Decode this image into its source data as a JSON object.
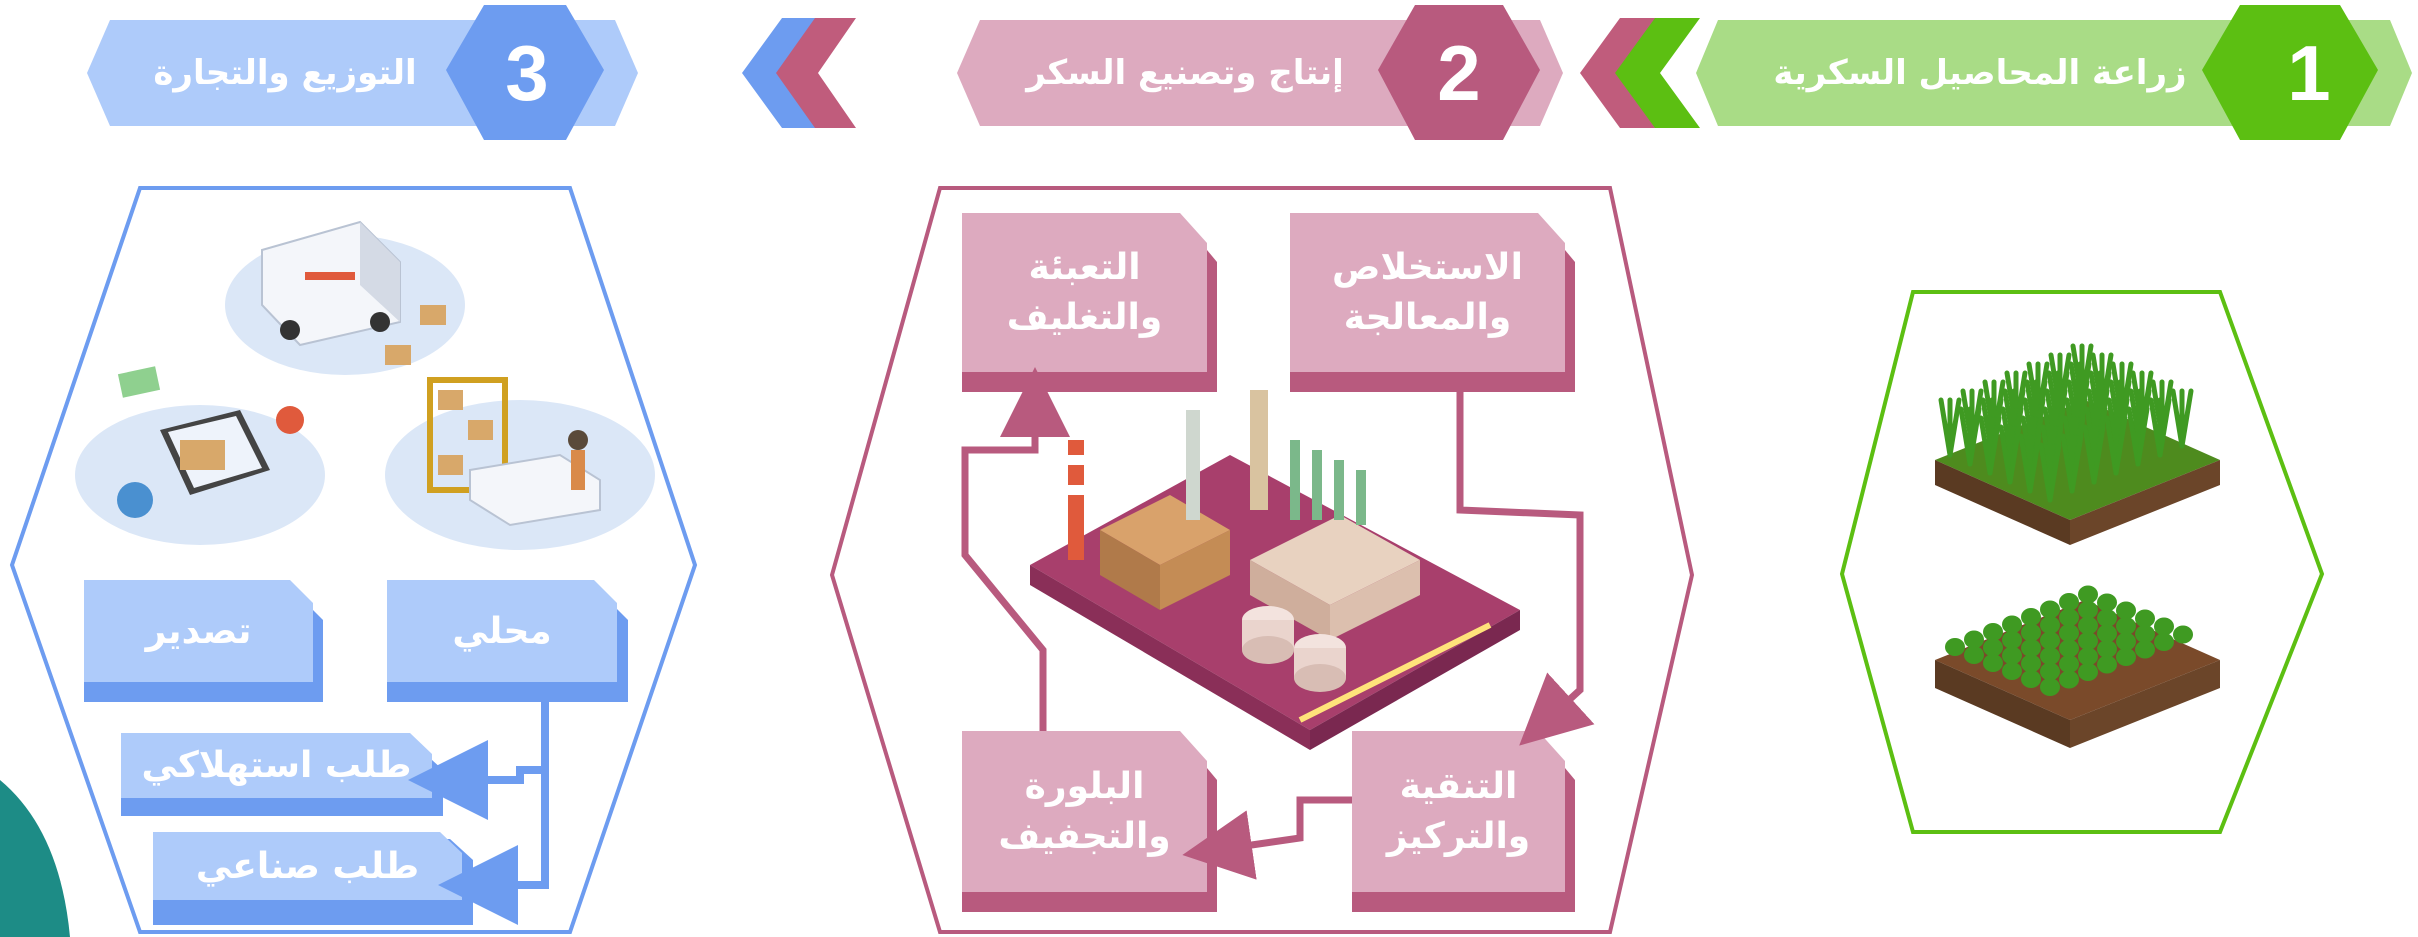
{
  "colors": {
    "green": "#5cbf12",
    "green_light": "#a9dc86",
    "pink": "#b85a7e",
    "pink_light": "#ddaabf",
    "blue": "#6d9cf0",
    "blue_light": "#aecbfa",
    "teal": "#1d8c86"
  },
  "stages": [
    {
      "number": "1",
      "title": "زراعة المحاصيل السكرية",
      "color": "green"
    },
    {
      "number": "2",
      "title": "إنتاج وتصنيع السكر",
      "color": "pink"
    },
    {
      "number": "3",
      "title": "التوزيع والتجارة",
      "color": "blue"
    }
  ],
  "production_steps": [
    {
      "label": "الاستخلاص\nوالمعالجة"
    },
    {
      "label": "التعبئة\nوالتغليف"
    },
    {
      "label": "التنقية\nوالتركيز"
    },
    {
      "label": "البلورة\nوالتجفيف"
    }
  ],
  "distribution": {
    "markets": [
      {
        "label": "محلي"
      },
      {
        "label": "تصدير"
      }
    ],
    "demand": [
      {
        "label": "طلب استهلاكي"
      },
      {
        "label": "طلب صناعي"
      }
    ]
  },
  "illustrations": {
    "crops": "sugar-crop-field-icons",
    "factory": "sugar-factory-icon",
    "logistics": "delivery-logistics-icons"
  }
}
